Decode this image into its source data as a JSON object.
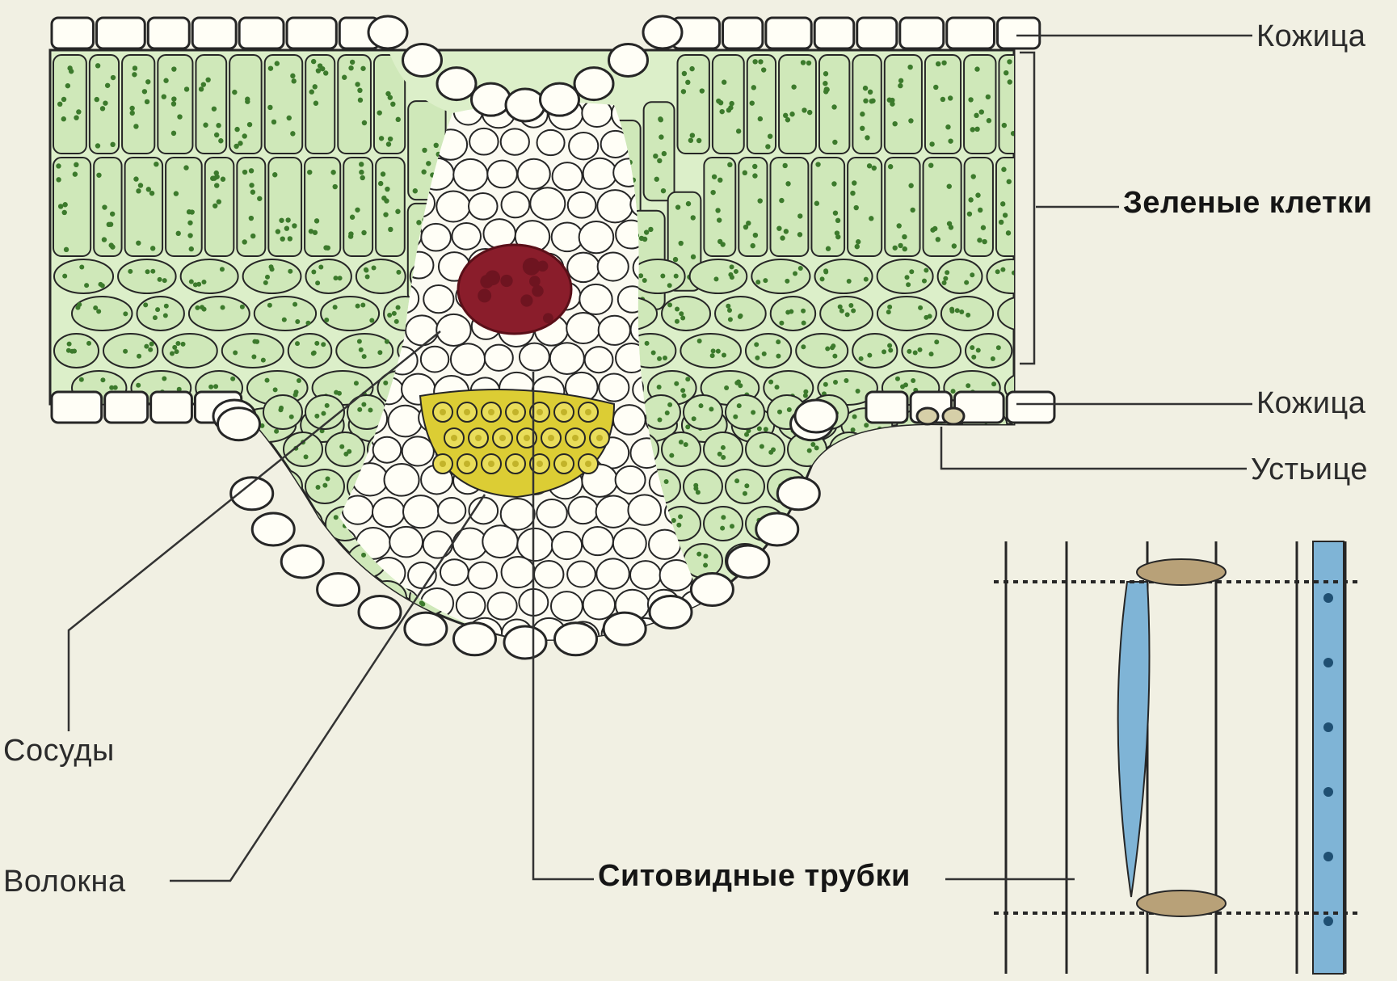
{
  "labels": {
    "epidermis_top": "Кожица",
    "green_cells": "Зеленые клетки",
    "epidermis_bottom": "Кожица",
    "stoma": "Устьице",
    "vessels": "Сосуды",
    "fibers": "Волокна",
    "sieve_tubes": "Ситовидные трубки"
  },
  "colors": {
    "background": "#f1f0e3",
    "chlorophyll_cell": "#cfe8b9",
    "chloroplast": "#3c7a2c",
    "xylem_vessel": "#8a1d2b",
    "fibers": "#dccd34",
    "sieve_tube": "#7fb4d6",
    "outline": "#262626"
  }
}
